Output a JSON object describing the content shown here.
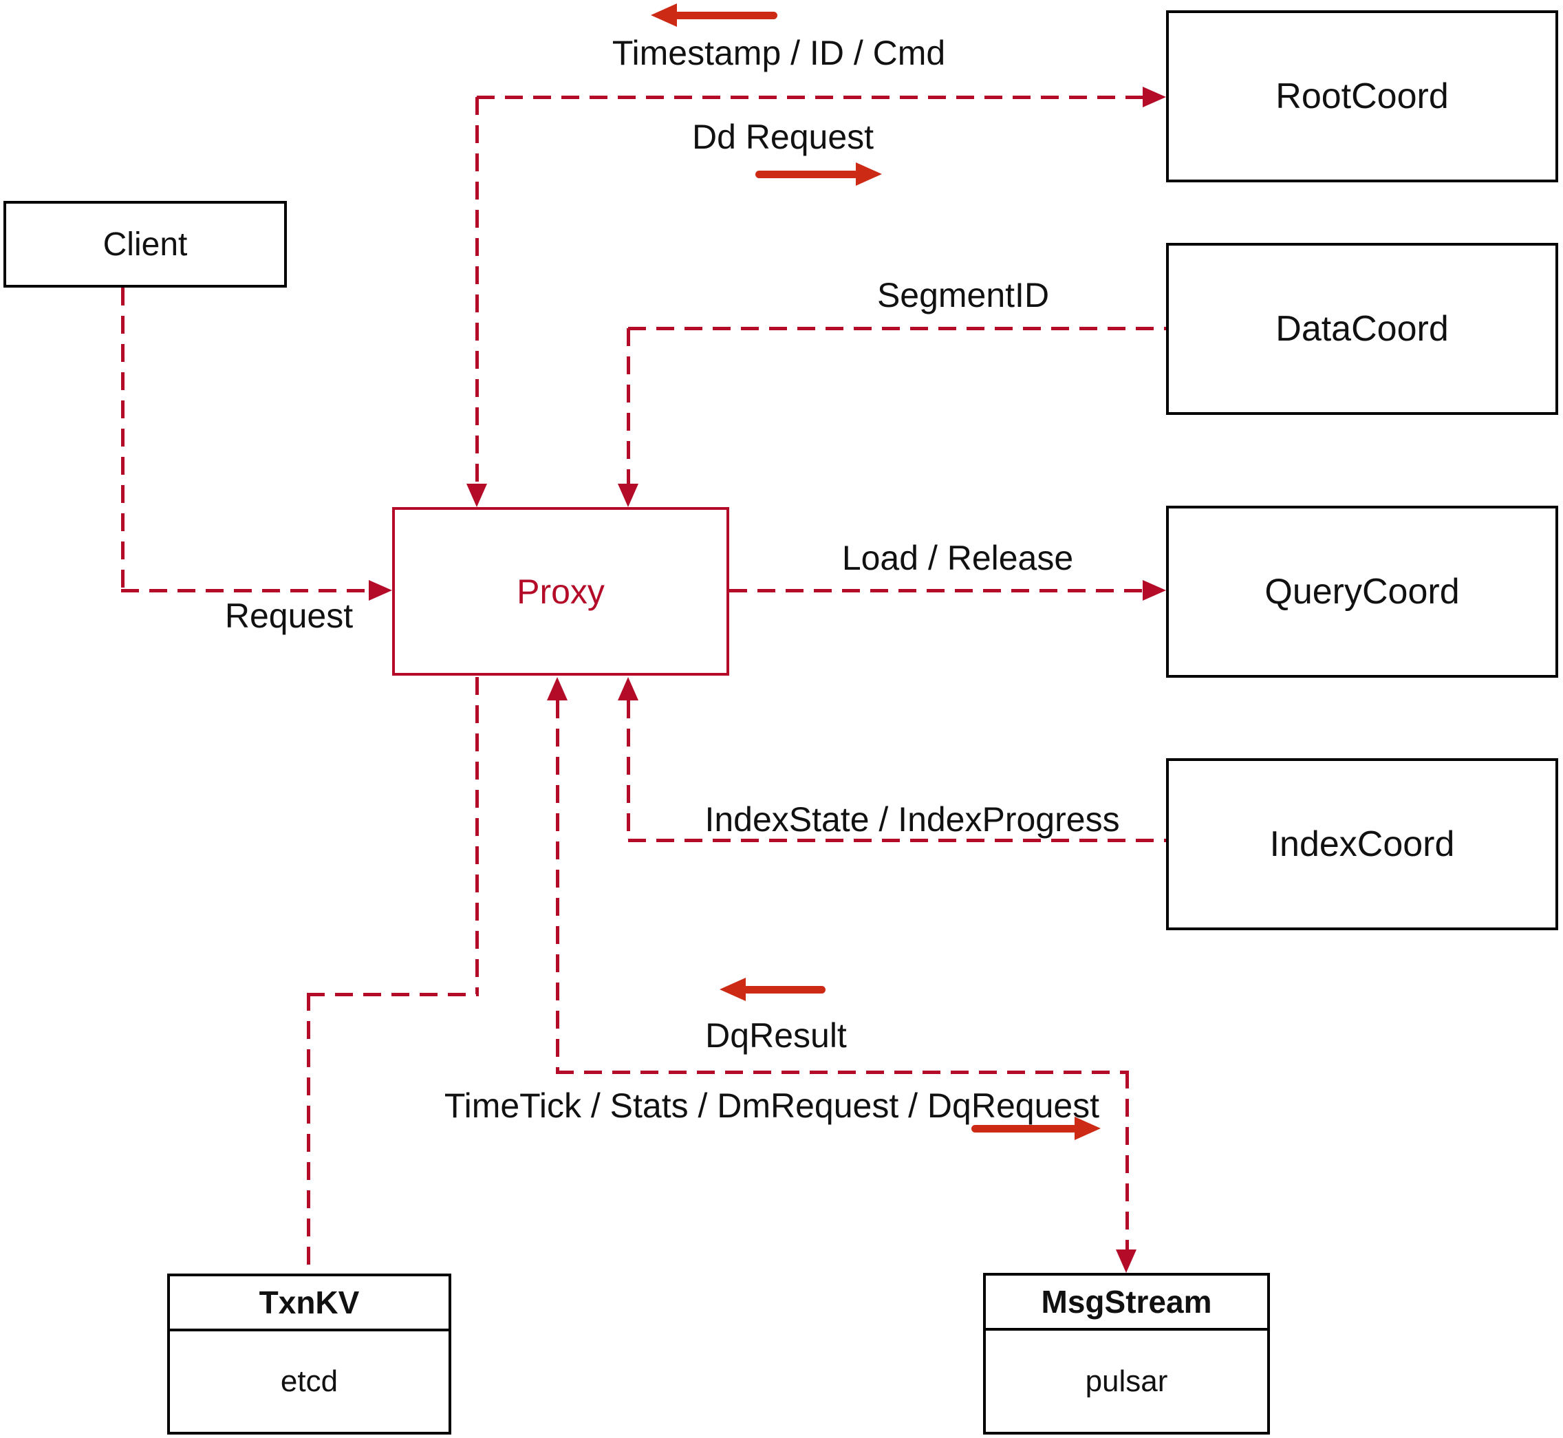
{
  "diagram": {
    "title_hint": "Milvus proxy architecture diagram",
    "nodes": {
      "client": {
        "label": "Client"
      },
      "proxy": {
        "label": "Proxy"
      },
      "root_coord": {
        "label": "RootCoord"
      },
      "data_coord": {
        "label": "DataCoord"
      },
      "query_coord": {
        "label": "QueryCoord"
      },
      "index_coord": {
        "label": "IndexCoord"
      },
      "txn_kv": {
        "title": "TxnKV",
        "impl": "etcd"
      },
      "msg_stream": {
        "title": "MsgStream",
        "impl": "pulsar"
      }
    },
    "edges": {
      "client_to_proxy": {
        "label": "Request"
      },
      "proxy_rootcoord": {
        "label_return": "Timestamp / ID / Cmd",
        "label_send": "Dd Request"
      },
      "datacoord_to_proxy": {
        "label": "SegmentID"
      },
      "proxy_to_querycoord": {
        "label": "Load / Release"
      },
      "indexcoord_to_proxy": {
        "label": "IndexState / IndexProgress"
      },
      "proxy_msgstream": {
        "label_return": "DqResult",
        "label_send": "TimeTick / Stats / DmRequest / DqRequest"
      }
    },
    "colors": {
      "dashed_line": "#b30b28",
      "solid_arrow": "#cc2a15",
      "node_border": "#000000",
      "label_text": "#111111",
      "background": "#ffffff"
    }
  }
}
